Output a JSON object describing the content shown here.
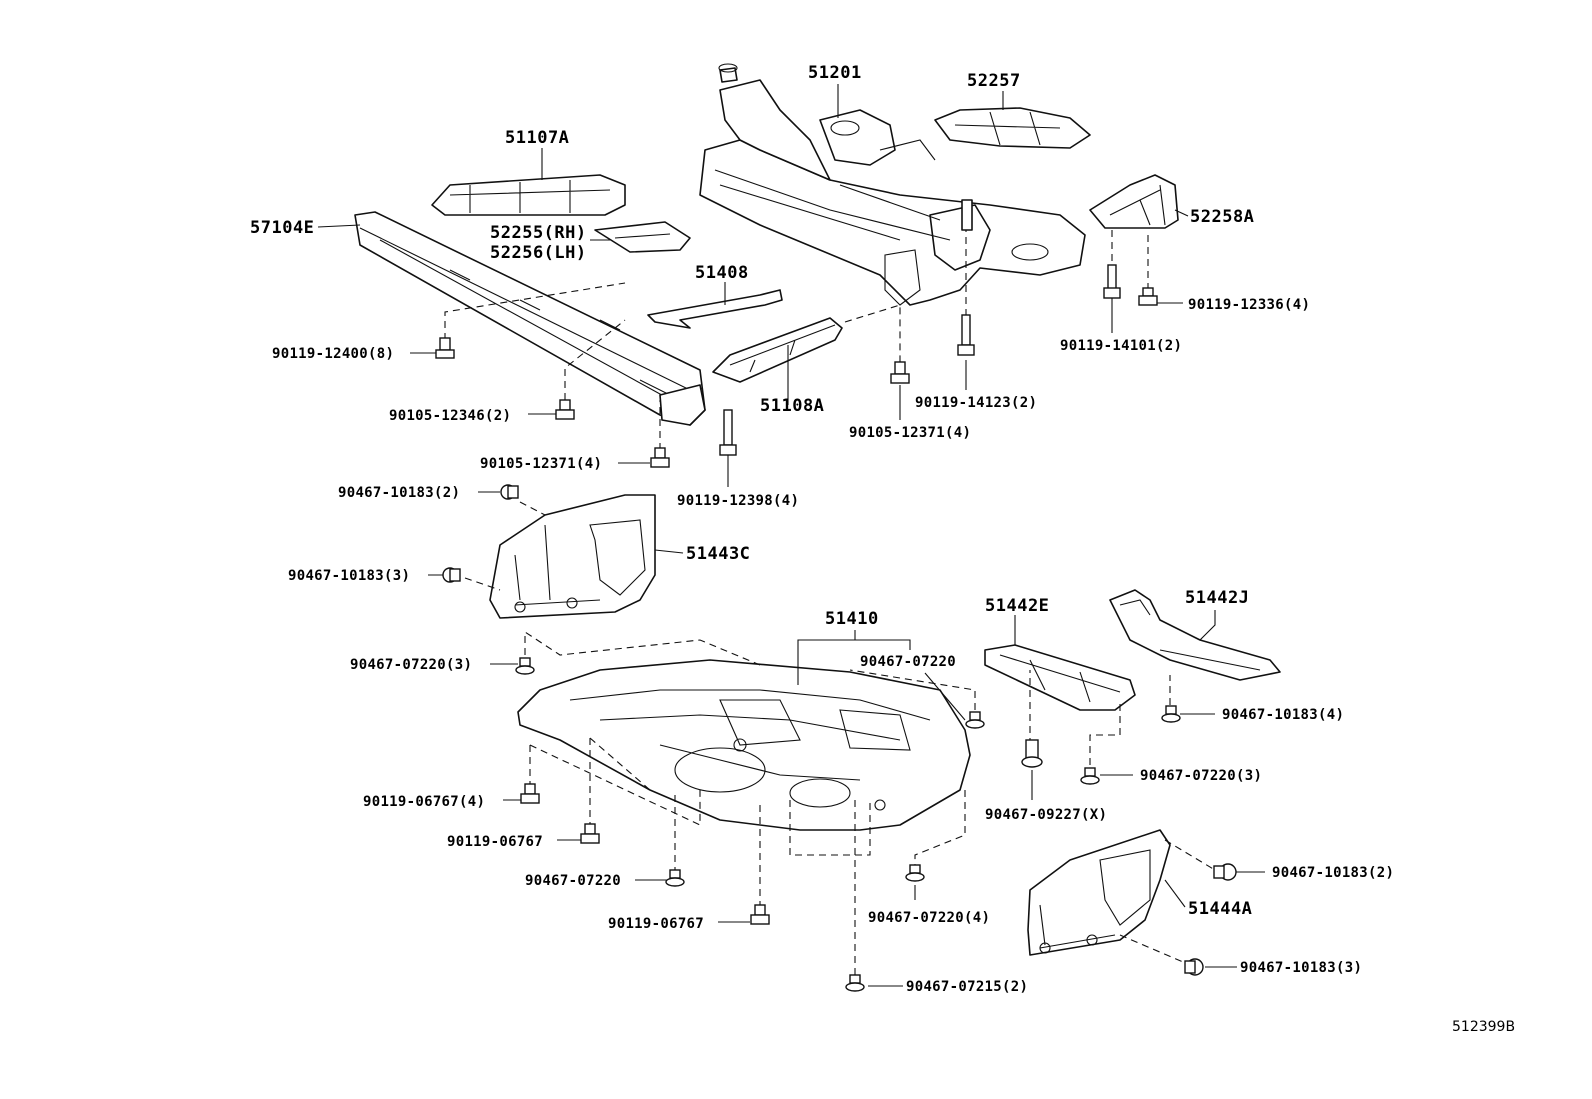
{
  "parts": {
    "p51201": "51201",
    "p52257": "52257",
    "p51107A": "51107A",
    "p57104E": "57104E",
    "p52255": "52255(RH)",
    "p52256": "52256(LH)",
    "p51408": "51408",
    "p52258A": "52258A",
    "p51108A": "51108A",
    "p51443C": "51443C",
    "p51410": "51410",
    "p51442E": "51442E",
    "p51442J": "51442J",
    "p51444A": "51444A"
  },
  "fasteners": {
    "f90119_12336": "90119-12336(4)",
    "f90119_14101": "90119-14101(2)",
    "f90119_12400": "90119-12400(8)",
    "f90119_14123": "90119-14123(2)",
    "f90105_12346": "90105-12346(2)",
    "f90105_12371a": "90105-12371(4)",
    "f90105_12371b": "90105-12371(4)",
    "f90119_12398": "90119-12398(4)",
    "f90467_10183_2a": "90467-10183(2)",
    "f90467_10183_3a": "90467-10183(3)",
    "f90467_07220_3a": "90467-07220(3)",
    "f90467_07220_top": "90467-07220",
    "f90467_10183_4": "90467-10183(4)",
    "f90119_06767_4": "90119-06767(4)",
    "f90467_09227": "90467-09227(X)",
    "f90467_07220_3b": "90467-07220(3)",
    "f90119_06767_a": "90119-06767",
    "f90467_07220_b": "90467-07220",
    "f90467_10183_2b": "90467-10183(2)",
    "f90467_07220_4": "90467-07220(4)",
    "f90119_06767_b": "90119-06767",
    "f90467_10183_3b": "90467-10183(3)",
    "f90467_07215": "90467-07215(2)"
  },
  "reference": "512399B"
}
